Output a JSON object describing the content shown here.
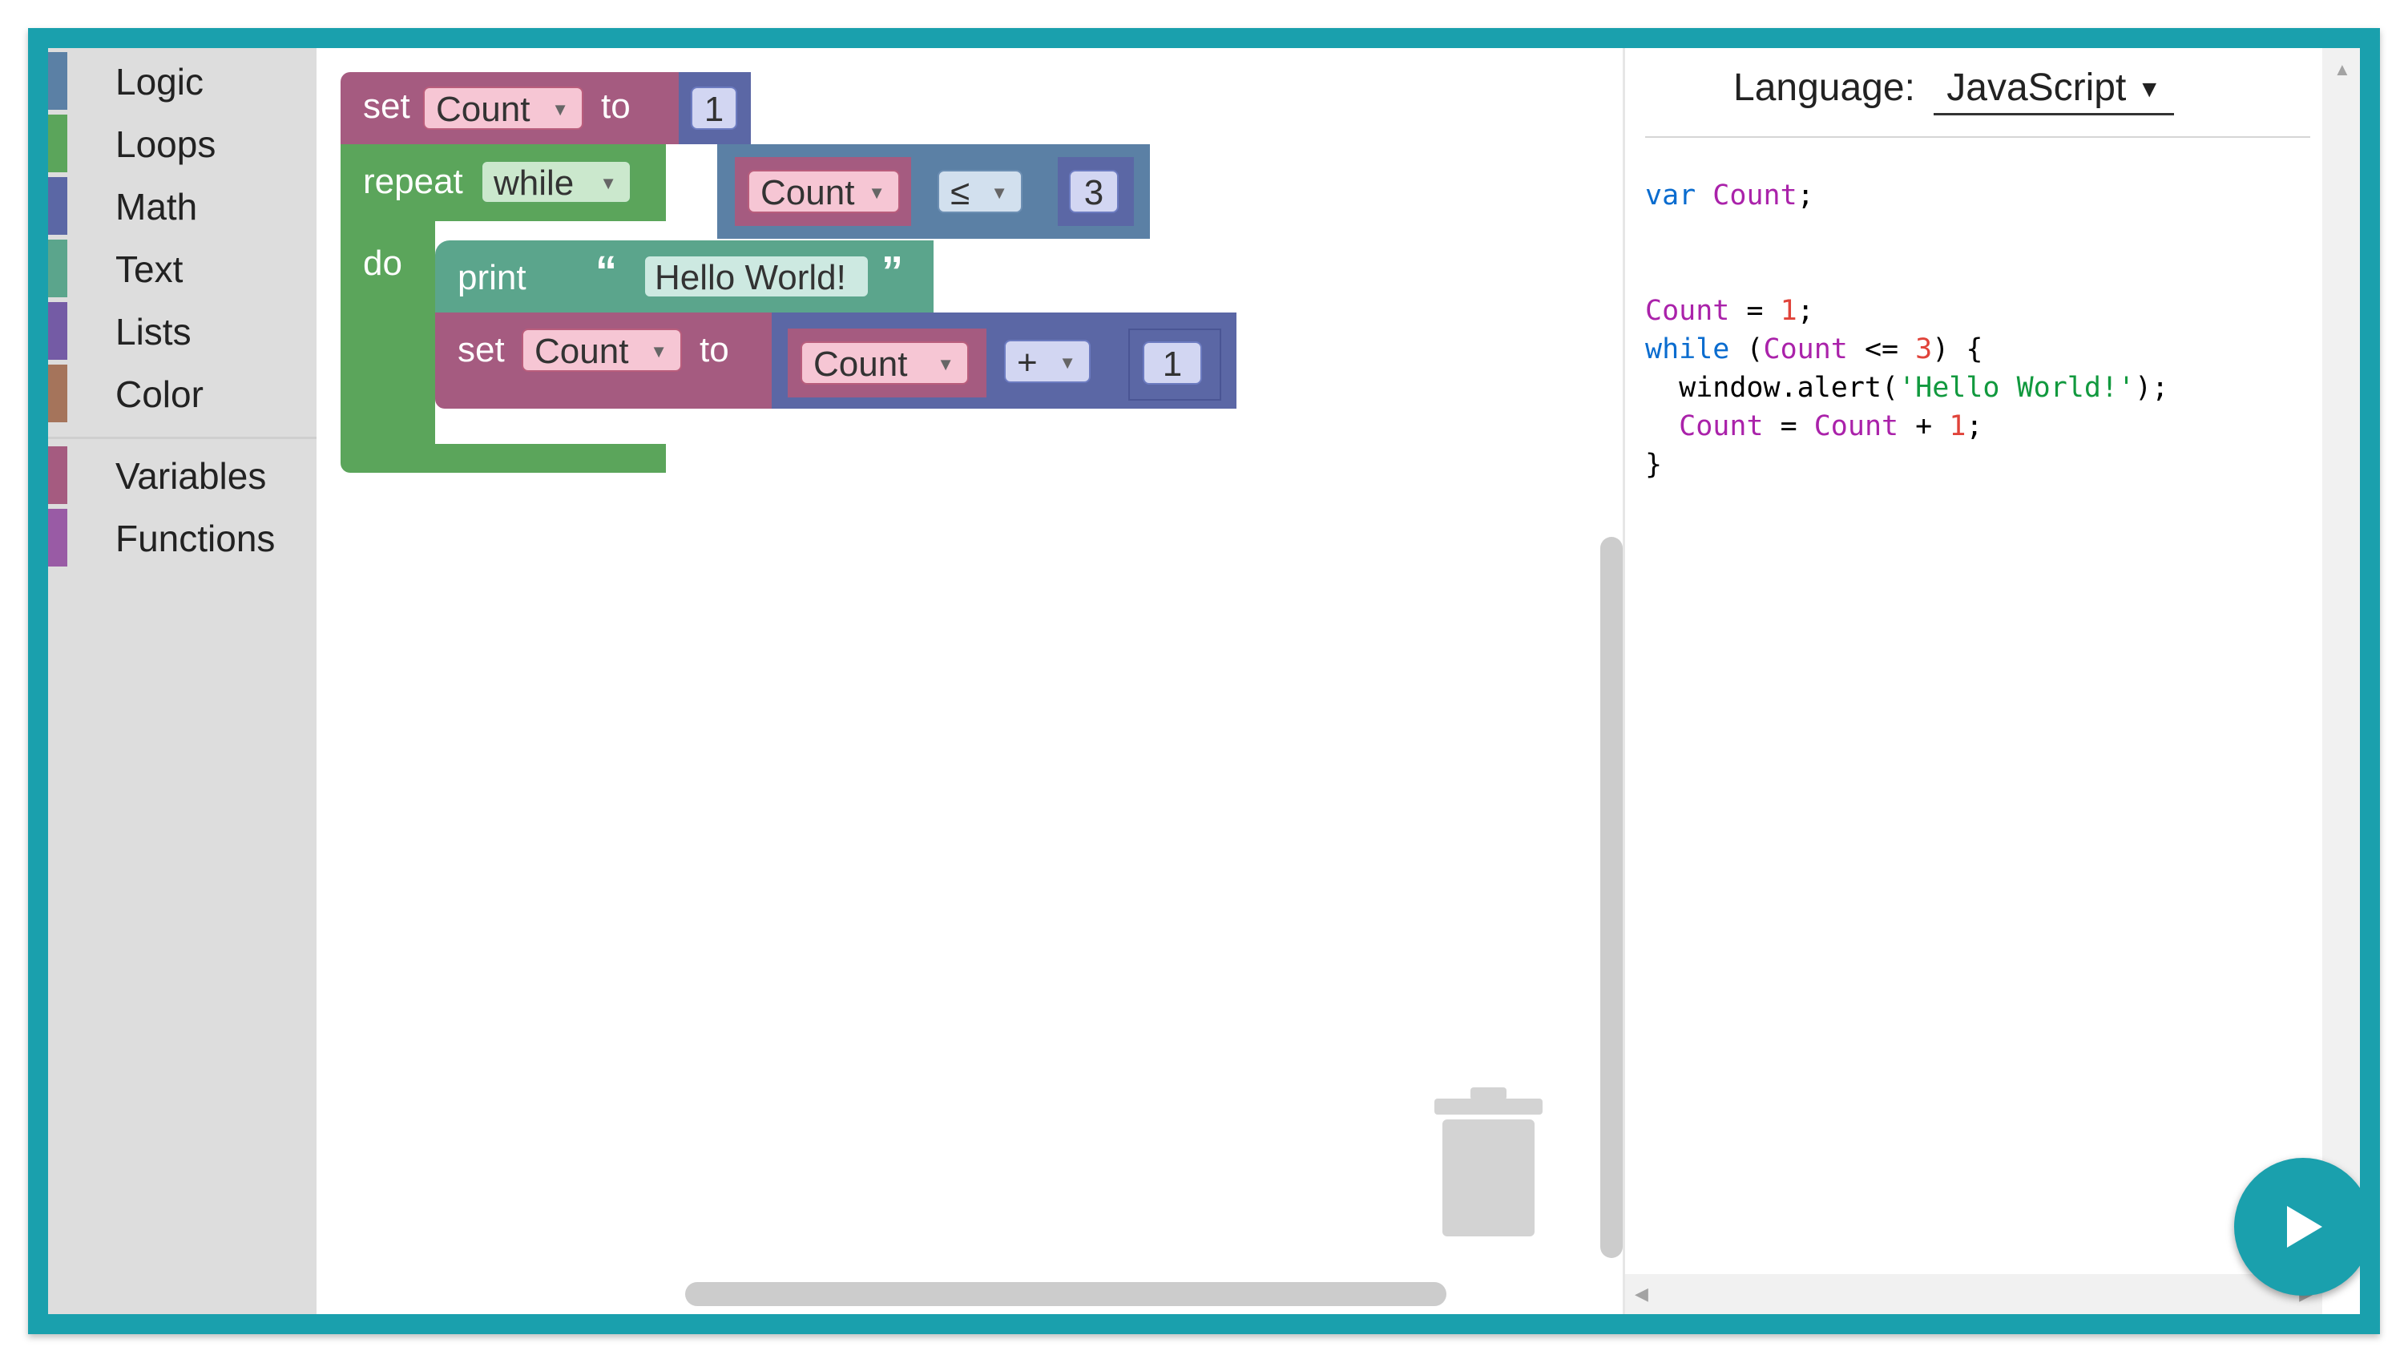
{
  "toolbox": {
    "categories": [
      {
        "label": "Logic",
        "color": "#5b80a5"
      },
      {
        "label": "Loops",
        "color": "#5ba55b"
      },
      {
        "label": "Math",
        "color": "#5b67a5"
      },
      {
        "label": "Text",
        "color": "#5ba58c"
      },
      {
        "label": "Lists",
        "color": "#745ba5"
      },
      {
        "label": "Color",
        "color": "#a5745b"
      },
      {
        "label": "Variables",
        "color": "#a55b80"
      },
      {
        "label": "Functions",
        "color": "#995ba5"
      }
    ]
  },
  "blocks": {
    "set1": {
      "kw_set": "set",
      "var": "Count",
      "kw_to": "to",
      "value": "1"
    },
    "repeat": {
      "kw_repeat": "repeat",
      "mode": "while",
      "kw_do": "do",
      "cond": {
        "left": "Count",
        "op": "≤",
        "right": "3"
      }
    },
    "print": {
      "kw": "print",
      "open_quote": "“",
      "text": "Hello World!",
      "close_quote": "”"
    },
    "set2": {
      "kw_set": "set",
      "var": "Count",
      "kw_to": "to",
      "expr": {
        "left": "Count",
        "op": "+",
        "right": "1"
      }
    }
  },
  "code_panel": {
    "language_label": "Language:",
    "language_value": "JavaScript",
    "code_lines": [
      "var Count;",
      "",
      "",
      "Count = 1;",
      "while (Count <= 3) {",
      "  window.alert('Hello World!');",
      "  Count = Count + 1;",
      "}"
    ]
  },
  "colors": {
    "frame": "#1aa0ad",
    "variables_block": "#a55b80",
    "loops_block": "#5ba55b",
    "math_block": "#5b67a5",
    "logic_block": "#5b80a5",
    "text_block": "#5ba58c"
  },
  "icons": {
    "run": "play-icon",
    "trash": "trash-icon",
    "dropdown": "caret-down-icon"
  }
}
